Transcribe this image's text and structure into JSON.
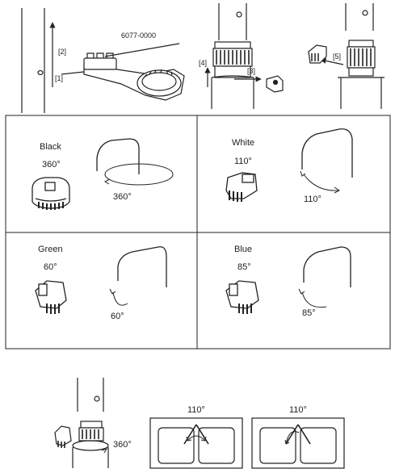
{
  "top": {
    "part_number": "6077-0000",
    "step_1": "[1]",
    "step_2": "[2]",
    "step_3": "[3]",
    "step_4": "[4]",
    "step_5": "[5]"
  },
  "clips": [
    {
      "color": "Black",
      "angle": "360°",
      "rotation_label": "360°"
    },
    {
      "color": "White",
      "angle": "110°",
      "rotation_label": "110°"
    },
    {
      "color": "Green",
      "angle": "60°",
      "rotation_label": "60°"
    },
    {
      "color": "Blue",
      "angle": "85°",
      "rotation_label": "85°"
    }
  ],
  "bottom": {
    "rotation_label": "360°",
    "sink_left_angle": "110°",
    "sink_right_angle": "110°"
  }
}
